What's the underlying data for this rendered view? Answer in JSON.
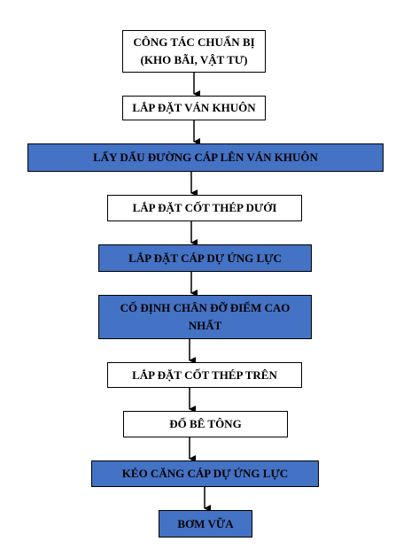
{
  "steps": [
    {
      "label": "CÔNG TÁC CHUẨN BỊ\n(KHO BÃI, VẬT TƯ)",
      "highlight": false
    },
    {
      "label": "LẮP ĐẶT VÁN KHUÔN",
      "highlight": false
    },
    {
      "label": "LẤY DẤU ĐƯỜNG CÁP LÊN VÁN KHUÔN",
      "highlight": true
    },
    {
      "label": "LẮP ĐẶT CỐT THÉP DƯỚI",
      "highlight": false
    },
    {
      "label": "LẮP ĐẶT CÁP DỰ ỨNG LỰC",
      "highlight": true
    },
    {
      "label": "CỐ ĐỊNH CHÂN ĐỠ ĐIỂM CAO NHẤT",
      "highlight": true
    },
    {
      "label": "LẮP ĐẶT CỐT THÉP TRÊN",
      "highlight": false
    },
    {
      "label": "ĐỔ BÊ TÔNG",
      "highlight": false
    },
    {
      "label": "KÉO CĂNG CÁP DỰ ỨNG LỰC",
      "highlight": true
    },
    {
      "label": "BƠM VỮA",
      "highlight": true
    }
  ],
  "colors": {
    "highlight_fill": "#4472c4",
    "plain_fill": "#ffffff",
    "border": "#000000",
    "arrow": "#000000"
  }
}
